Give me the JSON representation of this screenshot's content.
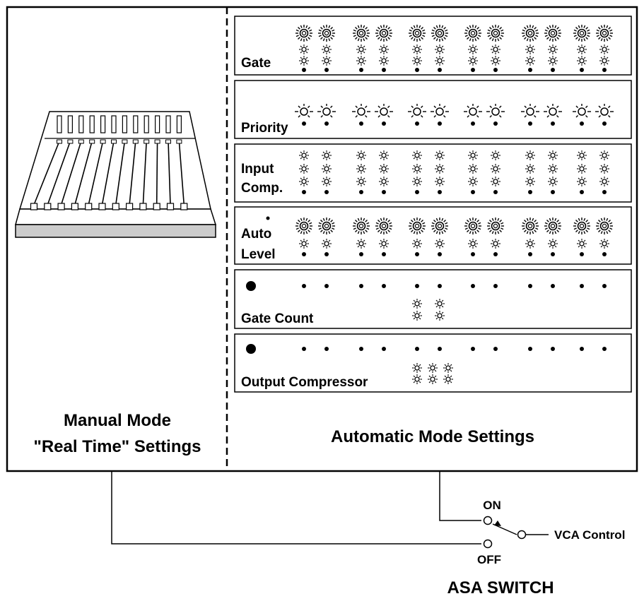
{
  "manual_mode": {
    "line1": "Manual Mode",
    "line2": "\"Real Time\" Settings"
  },
  "automatic_mode": {
    "title": "Automatic Mode Settings"
  },
  "panels": [
    {
      "id": "gate",
      "label_lines": [
        "Gate"
      ],
      "small_dot": false
    },
    {
      "id": "priority",
      "label_lines": [
        "Priority"
      ],
      "small_dot": false
    },
    {
      "id": "input-comp",
      "label_lines": [
        "Input",
        "Comp."
      ],
      "small_dot": false
    },
    {
      "id": "auto-level",
      "label_lines": [
        "Auto",
        "Level"
      ],
      "small_dot": true
    },
    {
      "id": "gate-count",
      "label_lines": [
        "Gate Count"
      ],
      "small_dot": false
    },
    {
      "id": "output-compressor",
      "label_lines": [
        "Output Compressor"
      ],
      "small_dot": false
    }
  ],
  "switch": {
    "on_label": "ON",
    "off_label": "OFF",
    "vca_label": "VCA Control",
    "title": "ASA SWITCH"
  },
  "mixer": {
    "fader_count": 12
  },
  "colors": {
    "ink": "#000000",
    "console_base": "#cccccc",
    "background": "#ffffff"
  }
}
